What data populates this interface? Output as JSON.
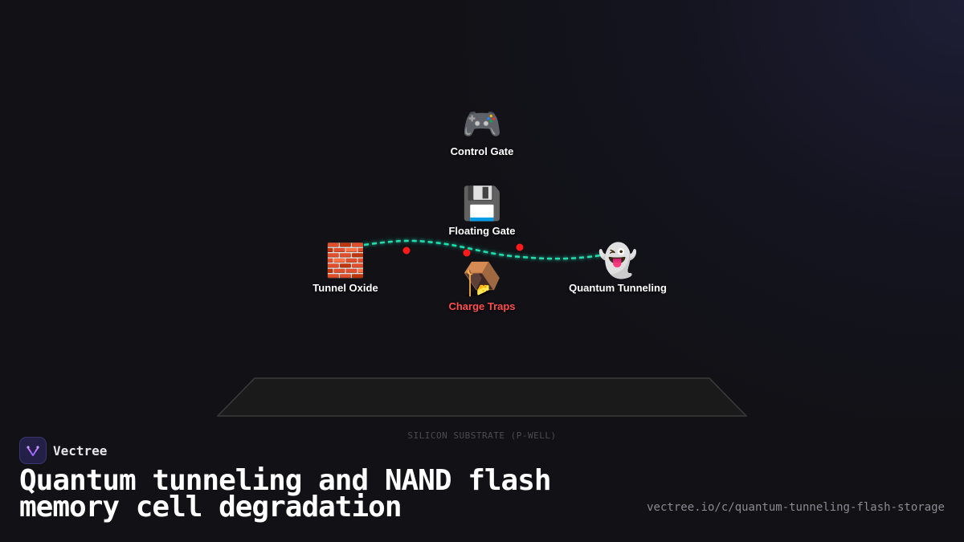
{
  "diagram": {
    "nodes": {
      "control_gate": {
        "icon": "game-controller-icon",
        "glyph": "🎮",
        "label": "Control Gate"
      },
      "floating_gate": {
        "icon": "floppy-disk-icon",
        "glyph": "💾",
        "label": "Floating Gate"
      },
      "tunnel_oxide": {
        "icon": "brick-wall-icon",
        "glyph": "🧱",
        "label": "Tunnel Oxide"
      },
      "charge_traps": {
        "icon": "mousetrap-icon",
        "glyph": "🪤",
        "label": "Charge Traps",
        "color": "#ff4d4d"
      },
      "quantum_tunneling": {
        "icon": "ghost-icon",
        "glyph": "👻",
        "label": "Quantum Tunneling"
      }
    },
    "substrate_label": "SILICON SUBSTRATE (P-WELL)",
    "colors": {
      "electron_path": "#1fe0b0",
      "trap_dots": "#ff1a1a",
      "substrate_fill": "#1a1a1a",
      "substrate_stroke": "#3a3a3a"
    }
  },
  "brand": {
    "name": "Vectree",
    "logo_icon": "vectree-logo-icon"
  },
  "title": "Quantum tunneling and NAND flash memory cell degradation",
  "url": "vectree.io/c/quantum-tunneling-flash-storage"
}
